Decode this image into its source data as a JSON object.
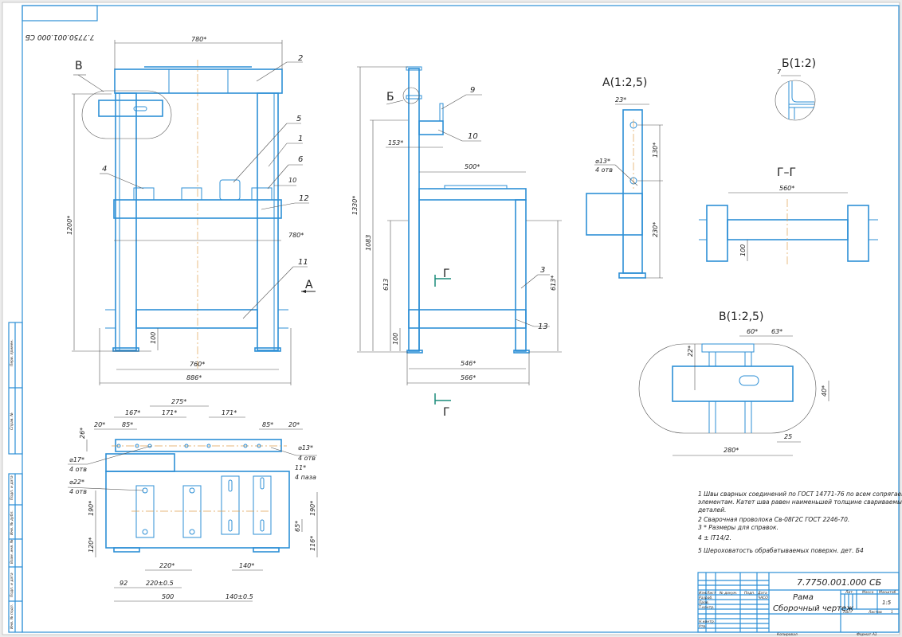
{
  "drawing": {
    "number_corner": "7.7750.001.000 СБ",
    "number": "7.7750.001.000 СБ",
    "title_line1": "Рама",
    "title_line2": "Сборочный чертеж",
    "accent_color": "#2d8fd6",
    "axis_color": "#e0a050"
  },
  "title_block": {
    "headers": [
      "Изм.",
      "Лист",
      "№ докум.",
      "Подп.",
      "Дата"
    ],
    "rows": [
      "Разраб.",
      "Пров.",
      "Т.контр.",
      "Н.контр.",
      "Утв."
    ],
    "lit_label": "Лит.",
    "mass_label": "Масса",
    "scale_label": "Масштаб",
    "scale_value": "1:5",
    "sheet_label": "Лист",
    "sheets_label": "Листов",
    "sheets_value": "1",
    "date_value": "ЧАСО",
    "copied": "Копировал",
    "format": "Формат A1"
  },
  "side_strip": [
    "Перв. примен.",
    "Справ. №",
    "Подп. и дата",
    "Инв. № дубл.",
    "Взам. инв. №",
    "Подп. и дата",
    "Инв. № подл."
  ],
  "notes": [
    "1 Швы сварных соединений по ГОСТ 14771-76 по всем сопрягаемым элементам. Катет шва равен наименьшей толщине свариваемых деталей.",
    "2 Сварочная проволока Св-08Г2С ГОСТ 2246-70.",
    "3 * Размеры для справок.",
    "4 ± IT14/2.",
    "5 Шероховатость обрабатываемых поверхн. дет. Б4"
  ],
  "front_view": {
    "view_label": "В",
    "arrow_label": "А",
    "dims": {
      "top": "780*",
      "height": "1200*",
      "mid": "780*",
      "bottom1": "760*",
      "bottom2": "886*",
      "low": "100",
      "gap": "10"
    },
    "positions": [
      "2",
      "5",
      "1",
      "6",
      "4",
      "12",
      "11"
    ]
  },
  "side_view": {
    "view_label": "Б",
    "section_label": "Г",
    "dims": {
      "h1": "1330*",
      "h2": "1083",
      "h3": "613",
      "h4": "100",
      "h5": "613*",
      "w1": "153*",
      "w2": "500*",
      "w3": "546*",
      "w4": "566*"
    },
    "positions": [
      "9",
      "10",
      "3",
      "13"
    ]
  },
  "view_a": {
    "title": "А(1:2,5)",
    "dims": {
      "w": "23*",
      "h1": "130*",
      "h2": "230*",
      "hole": "⌀13*",
      "hole_count": "4 отв"
    }
  },
  "view_b": {
    "title": "Б(1:2)",
    "dim": "7"
  },
  "section_gg": {
    "title": "Г–Г",
    "dims": {
      "w": "560*",
      "h": "100"
    }
  },
  "view_v": {
    "title": "В(1:2,5)",
    "dims": {
      "a": "60*",
      "b": "63*",
      "c": "22*",
      "d": "40*",
      "e": "25",
      "f": "280*"
    }
  },
  "plan_view": {
    "dims": {
      "d275": "275*",
      "d167": "167*",
      "d171a": "171*",
      "d171b": "171*",
      "d20a": "20*",
      "d85a": "85*",
      "d85b": "85*",
      "d20b": "20*",
      "d26": "26*",
      "h17": "⌀17*",
      "h17n": "4 отв",
      "h13": "⌀13*",
      "h13n": "4 отв",
      "h11": "11*",
      "h11n": "4 паза",
      "h22": "⌀22*",
      "h22n": "4 отв",
      "v190a": "190*",
      "v120": "120*",
      "v190b": "190*",
      "v65": "65*",
      "v116": "116*",
      "w220": "220*",
      "w140": "140*",
      "w92": "92",
      "w220t": "220±0.5",
      "w500": "500",
      "w140t": "140±0.5"
    }
  }
}
